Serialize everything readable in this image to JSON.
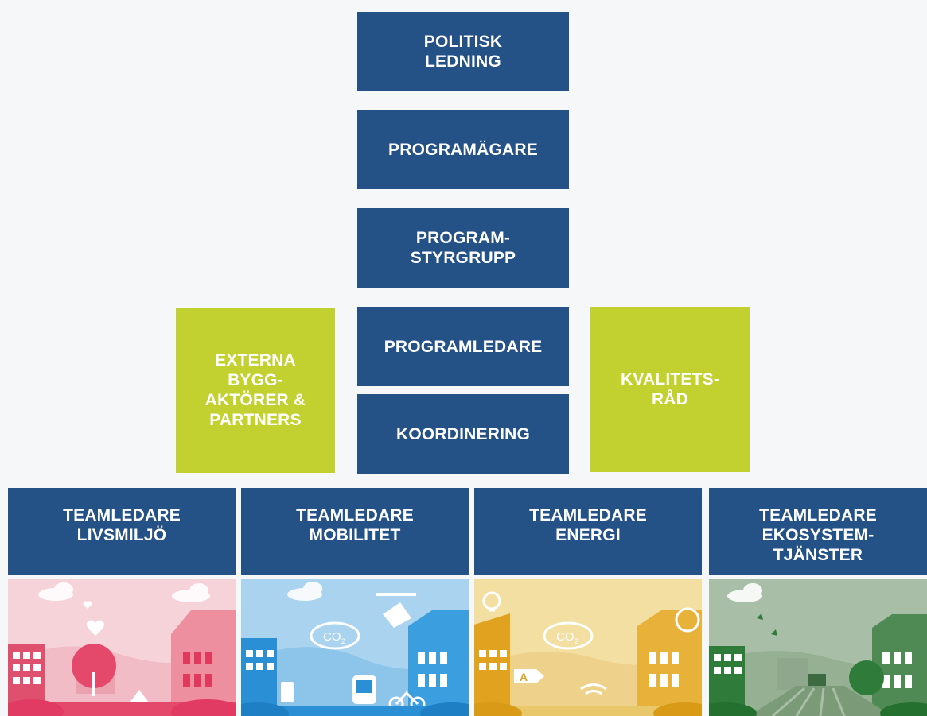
{
  "org": {
    "politisk_ledning": "POLITISK\nLEDNING",
    "programagare": "PROGRAMÄGARE",
    "programstyrgrupp": "PROGRAM-\nSTYRGRUPP",
    "programledare": "PROGRAMLEDARE",
    "koordinering": "KOORDINERING",
    "externa": "EXTERNA\nBYGG-\nAKTÖRER &\nPARTNERS",
    "kvalitetsrad": "KVALITETS-\nRÅD"
  },
  "teams": [
    {
      "label": "TEAMLEDARE\nLIVSMILJÖ"
    },
    {
      "label": "TEAMLEDARE\nMOBILITET"
    },
    {
      "label": "TEAMLEDARE\nENERGI"
    },
    {
      "label": "TEAMLEDARE\nEKOSYSTEM-\nTJÄNSTER"
    }
  ],
  "illustrations": {
    "co2_text": "CO",
    "co2_sub": "2",
    "energy_label": "A"
  },
  "colors": {
    "blue": "#245186",
    "green": "#c2d12f",
    "livsmiljo": "#f6d3d9",
    "mobilitet": "#a9d3ef",
    "energi": "#f3dfa2",
    "ekosystem": "#a8bea6"
  }
}
